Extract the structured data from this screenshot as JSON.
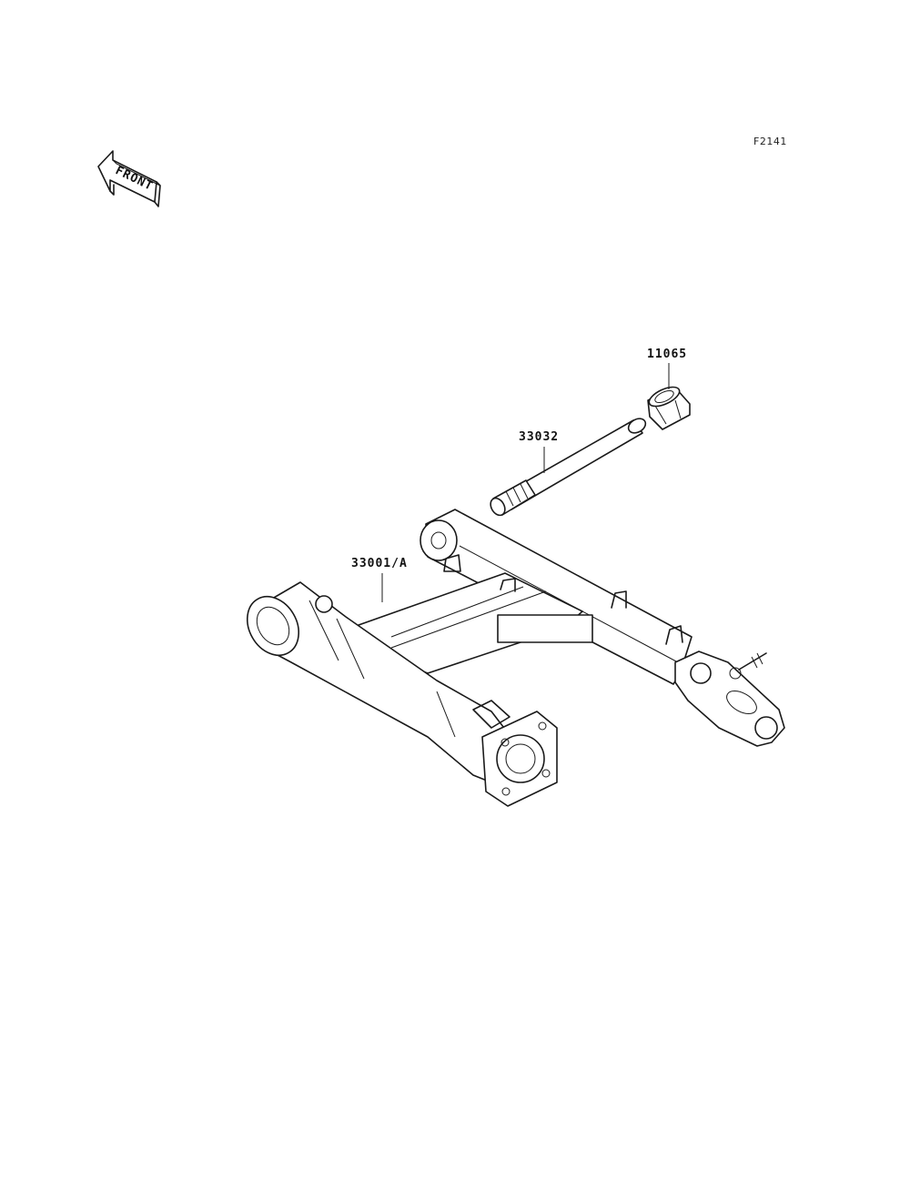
{
  "figure_code": "F2141",
  "front_arrow": {
    "label": "FRONT",
    "icon": "front-direction-arrow-icon"
  },
  "callouts": [
    {
      "part_number": "11065",
      "part": "bushing-cap"
    },
    {
      "part_number": "33032",
      "part": "pivot-shaft"
    },
    {
      "part_number": "33001/A",
      "part": "swingarm"
    }
  ],
  "colors": {
    "line": "#1a1a1a",
    "background": "#ffffff"
  }
}
